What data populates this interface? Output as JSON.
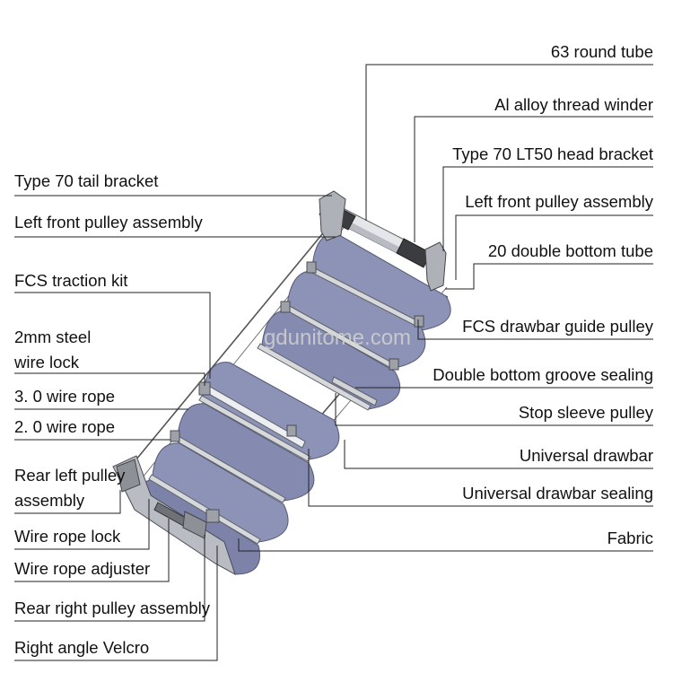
{
  "watermark": "gdunitome.com",
  "colors": {
    "fabric": "#8d93b6",
    "fabric_light": "#a9aecc",
    "fabric_dark": "#62688e",
    "metal": "#c9ccd2",
    "metal_dark": "#6e7278",
    "line": "#222222"
  },
  "labels_right": [
    "63 round tube",
    "Al alloy thread winder",
    "Type 70 LT50 head bracket",
    "Left front pulley assembly",
    "20 double bottom tube",
    "FCS drawbar guide pulley",
    "Double bottom groove sealing",
    "Stop sleeve pulley",
    "Universal drawbar",
    "Universal drawbar sealing",
    "Fabric"
  ],
  "labels_left": [
    "Type 70 tail bracket",
    "Left front pulley assembly",
    "FCS traction kit",
    "2mm steel",
    "wire lock",
    "3. 0 wire rope",
    "2. 0 wire rope",
    "Rear left pulley",
    "assembly",
    "Wire rope lock",
    "Wire rope adjuster",
    "Rear right pulley assembly",
    "Right angle Velcro"
  ]
}
